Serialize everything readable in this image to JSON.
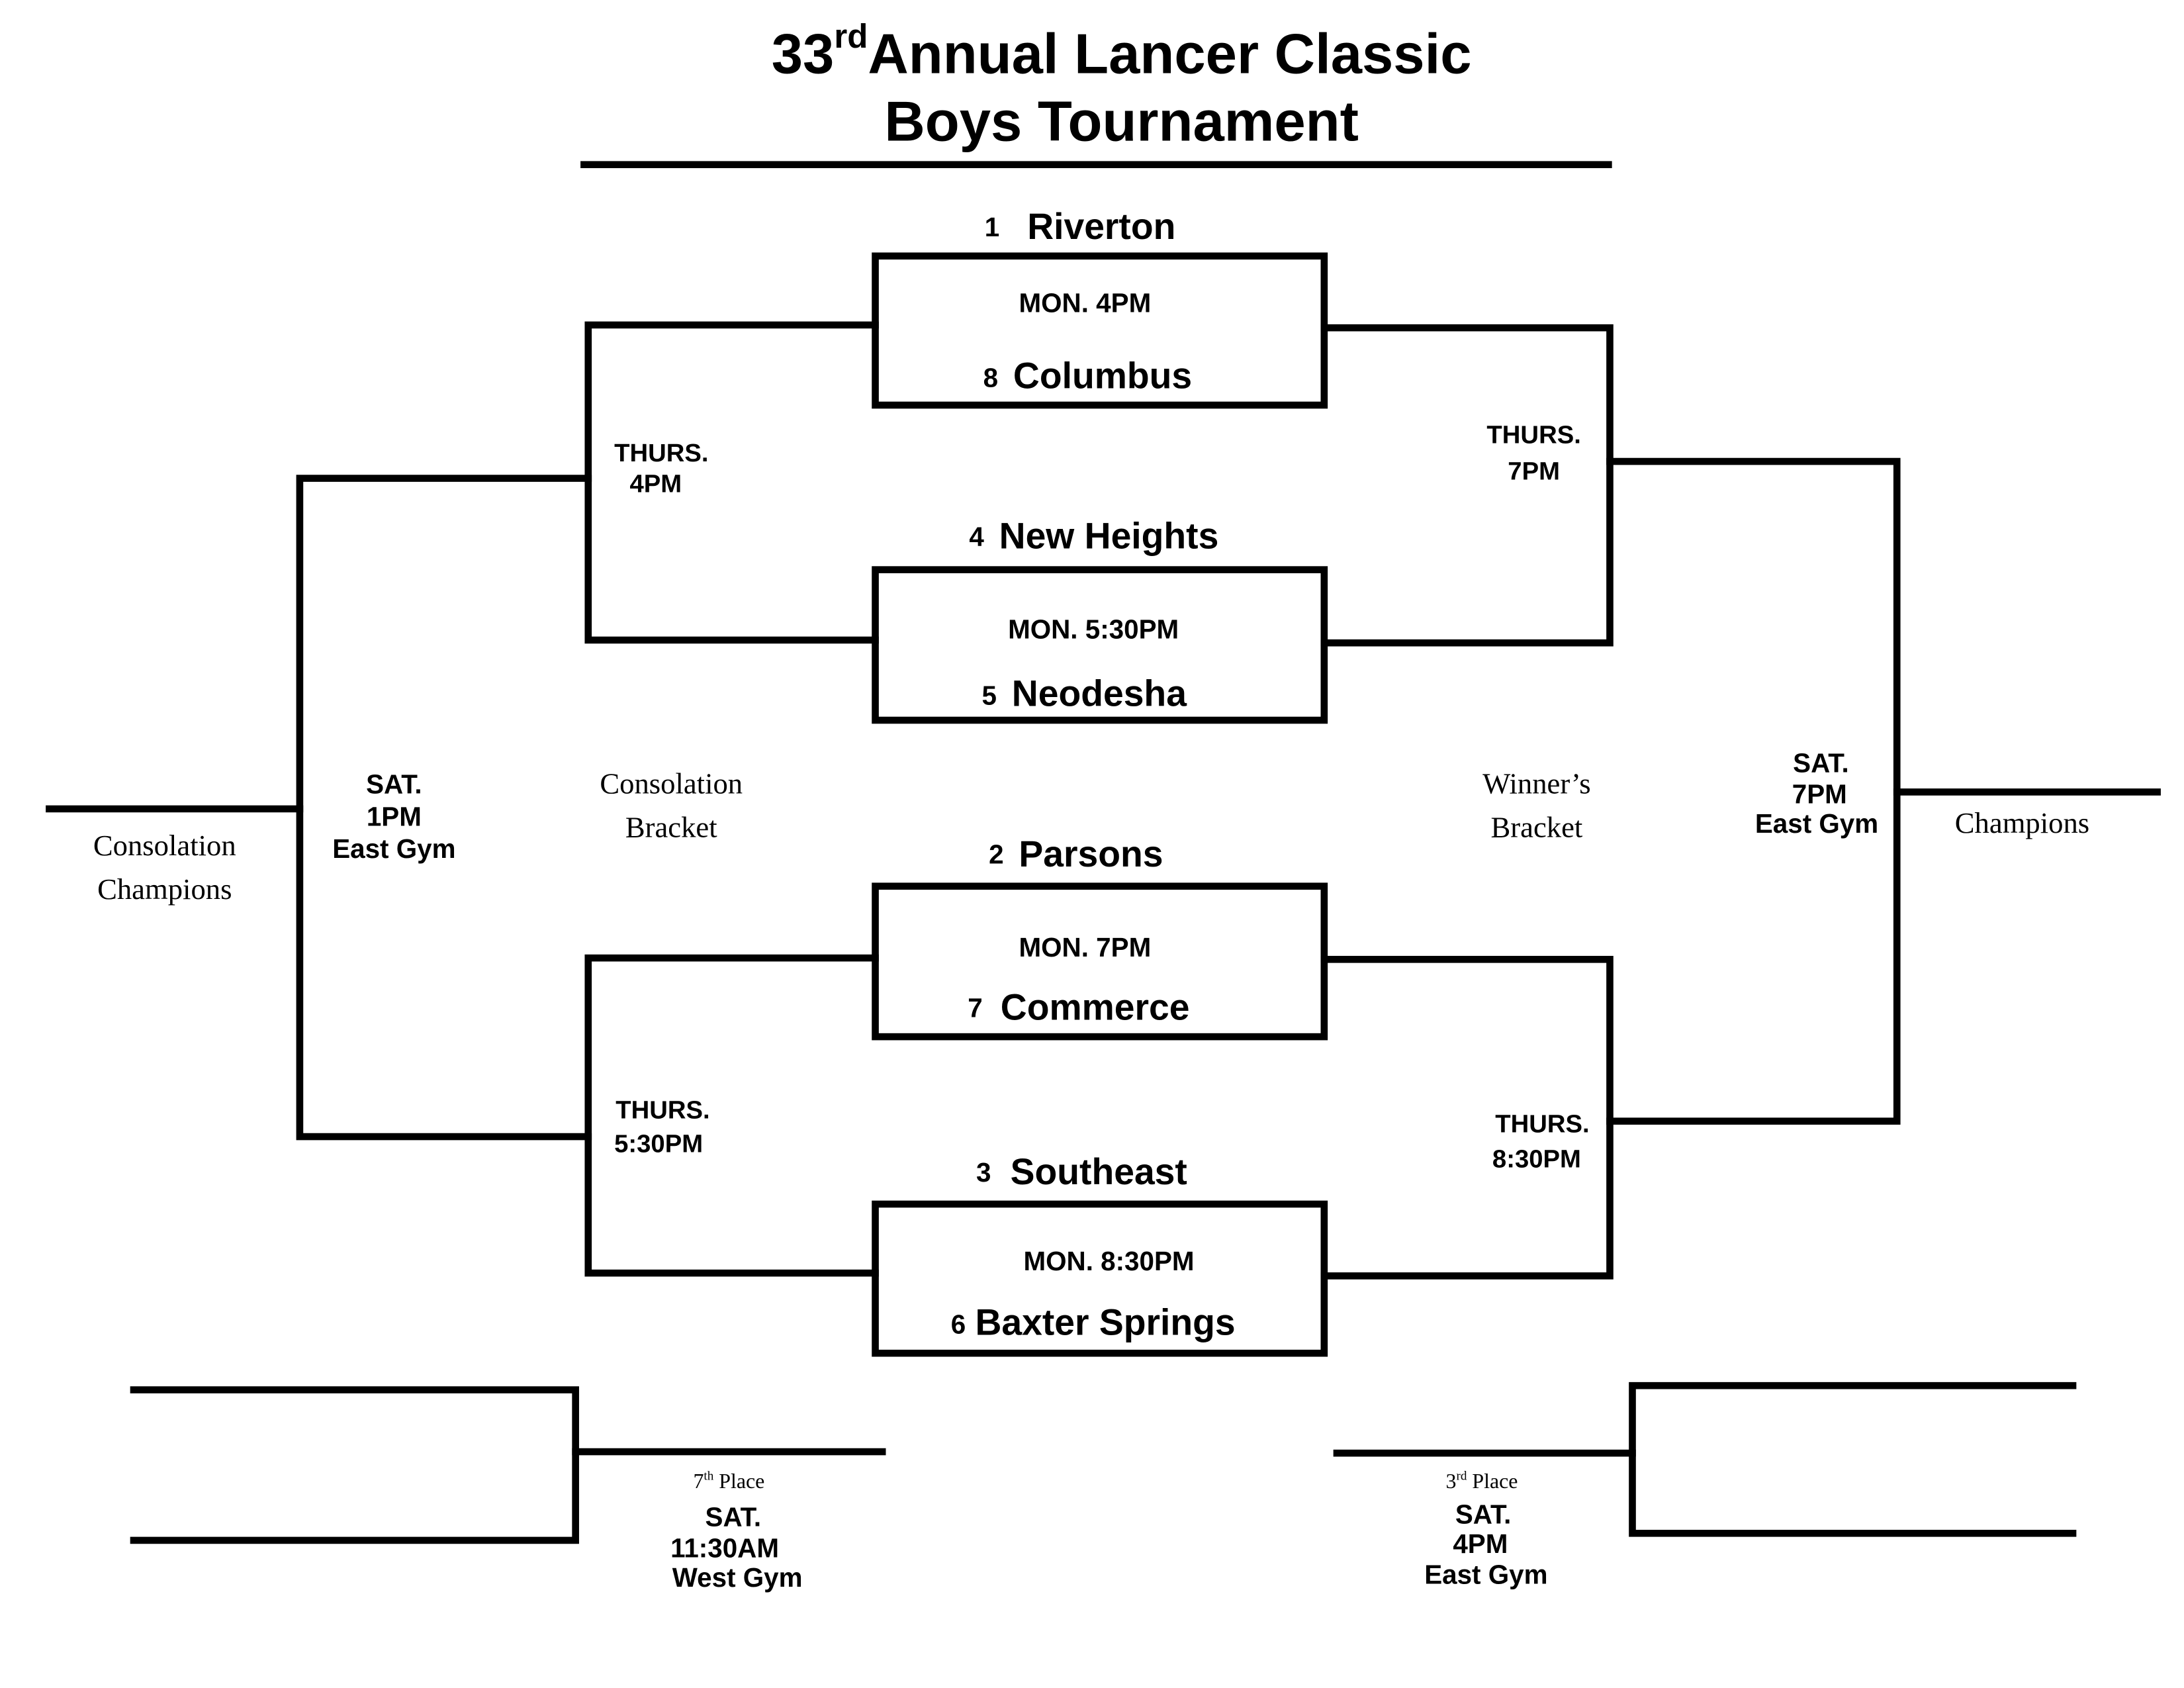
{
  "title": {
    "number": "33",
    "ordinal": "rd",
    "line1": "Annual Lancer Classic",
    "line2": "Boys Tournament"
  },
  "games": [
    {
      "top_seed": "1",
      "top_team": "Riverton",
      "time": "MON. 4PM",
      "bottom_seed": "8",
      "bottom_team": "Columbus"
    },
    {
      "top_seed": "4",
      "top_team": "New Heights",
      "time": "MON. 5:30PM",
      "bottom_seed": "5",
      "bottom_team": "Neodesha"
    },
    {
      "top_seed": "2",
      "top_team": "Parsons",
      "time": "MON. 7PM",
      "bottom_seed": "7",
      "bottom_team": "Commerce"
    },
    {
      "top_seed": "3",
      "top_team": "Southeast",
      "time": "MON. 8:30PM",
      "bottom_seed": "6",
      "bottom_team": "Baxter Springs"
    }
  ],
  "consolation": {
    "label_line1": "Consolation",
    "label_line2": "Bracket",
    "semi1": {
      "day": "THURS.",
      "time": "4PM"
    },
    "semi2": {
      "day": "THURS.",
      "time": "5:30PM"
    },
    "final": {
      "day": "SAT.",
      "time": "1PM",
      "place": "East Gym"
    },
    "champion_line1": "Consolation",
    "champion_line2": "Champions"
  },
  "winners": {
    "label_line1": "Winner’s",
    "label_line2": "Bracket",
    "semi1": {
      "day": "THURS.",
      "time": "7PM"
    },
    "semi2": {
      "day": "THURS.",
      "time": "8:30PM"
    },
    "final": {
      "day": "SAT.",
      "time": "7PM",
      "place": "East Gym"
    },
    "champion": "Champions"
  },
  "seventh_place": {
    "num": "7",
    "ord": "th",
    "label": "Place",
    "day": "SAT.",
    "time": "11:30AM",
    "place": "West Gym"
  },
  "third_place": {
    "num": "3",
    "ord": "rd",
    "label": "Place",
    "day": "SAT.",
    "time": "4PM",
    "place": "East Gym"
  }
}
